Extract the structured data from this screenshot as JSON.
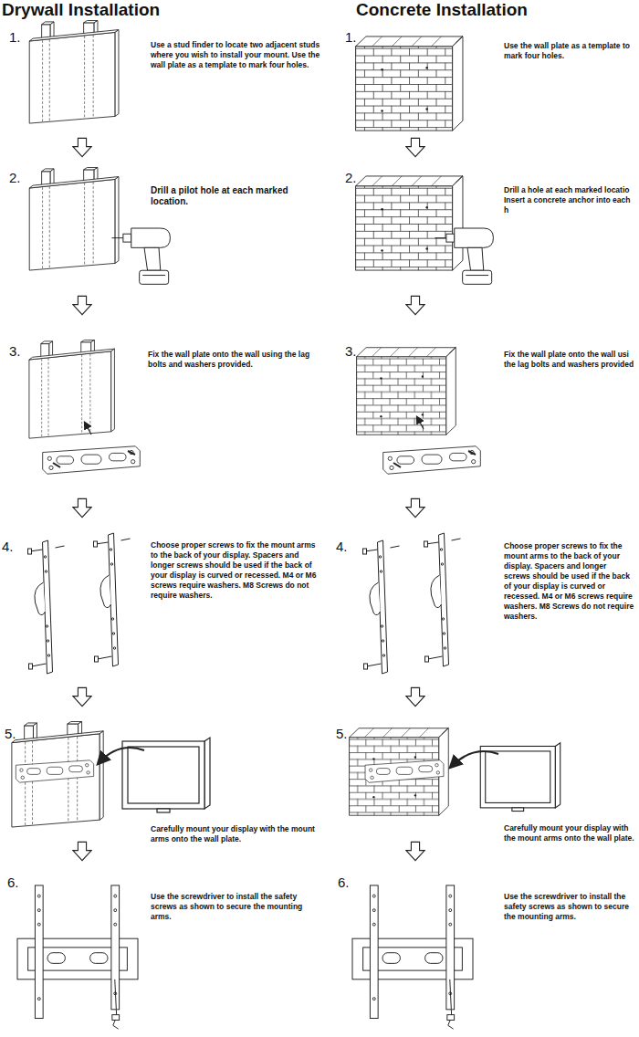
{
  "diagram": {
    "labels": [
      "Drywall Installation",
      "Concrete Installation",
      "1.",
      "Use a stud finder to locate two adjacent studs where you wish to install your mount. Use the wall plate as a template to mark four holes.",
      "1.",
      "Use the wall plate as a template to mark four holes.",
      "2.",
      "Drill a pilot hole at each marked location.",
      "2.",
      "Drill a hole at each marked locatio Insert a concrete anchor into each h",
      "3.",
      "Fix the wall plate onto the wall using the lag bolts and washers provided.",
      "3.",
      "Fix the wall plate onto the wall usi the lag bolts and washers provided",
      "4.",
      "Choose proper screws to fix the mount arms to the back of your display. Spacers and longer screws should be used if the back of your display is curved or recessed. M4 or M6 screws require washers. M8 Screws do not require washers.",
      "4.",
      "Choose proper screws to fix the mount arms to the back of your display. Spacers and longer screws should be used if the back of your display is curved or recessed. M4 or M6 screws require washers. M8 Screws do not require washers.",
      "5.",
      "Carefully mount your display with the mount arms onto the wall plate.",
      "5.",
      "Carefully mount your display with the mount arms onto the wall plate.",
      "6.",
      "Use the screwdriver to install the safety screws as shown to secure the mounting arms.",
      "6.",
      "Use the screwdriver to install the safety screws as shown to secure the mounting arms."
    ]
  }
}
